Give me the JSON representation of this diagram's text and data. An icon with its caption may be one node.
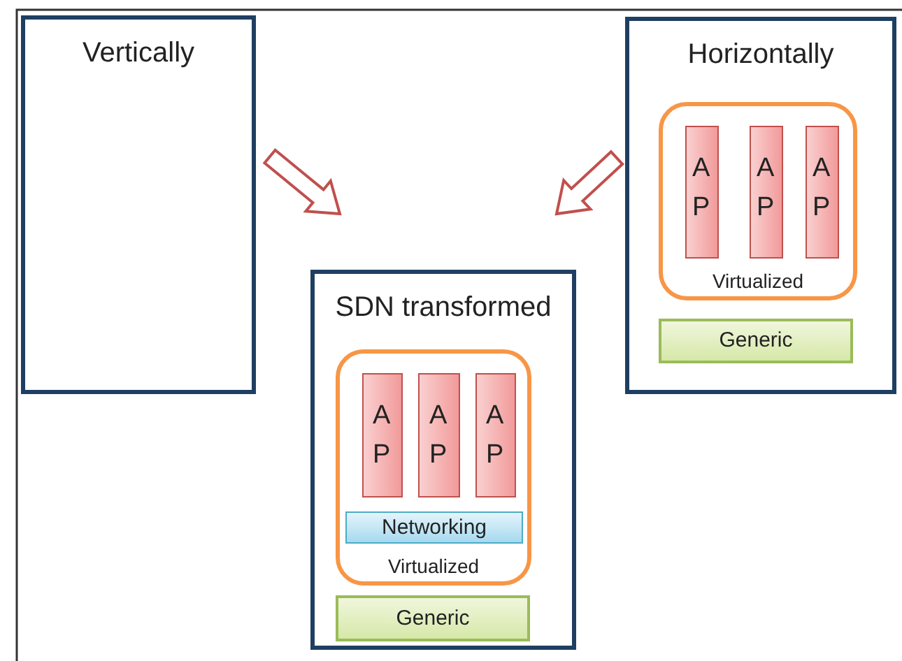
{
  "diagram": {
    "nodes": [
      {
        "text": [
          "Vertically"
        ]
      },
      {
        "text": [
          "Horizontally"
        ]
      },
      {
        "text": [
          "Virtualized"
        ],
        "in": 1
      },
      {
        "text": [
          "A P"
        ],
        "in": 2
      },
      {
        "text": [
          "A P"
        ],
        "in": 2
      },
      {
        "text": [
          "A P"
        ],
        "in": 2
      },
      {
        "text": [
          "Generic"
        ],
        "in": 1
      },
      {
        "text": [
          "SDN transformed"
        ]
      },
      {
        "text": [
          "Virtualized"
        ],
        "in": 7
      },
      {
        "text": [
          "A P"
        ],
        "in": 8
      },
      {
        "text": [
          "A P"
        ],
        "in": 8
      },
      {
        "text": [
          "A P"
        ],
        "in": 8
      },
      {
        "text": [
          "Networking"
        ],
        "in": 8
      },
      {
        "text": [
          "Generic"
        ],
        "in": 7
      }
    ],
    "edges": [
      {
        "from": 0,
        "to": 7,
        "arrow": "to"
      },
      {
        "from": 1,
        "to": 7,
        "arrow": "to"
      }
    ]
  }
}
